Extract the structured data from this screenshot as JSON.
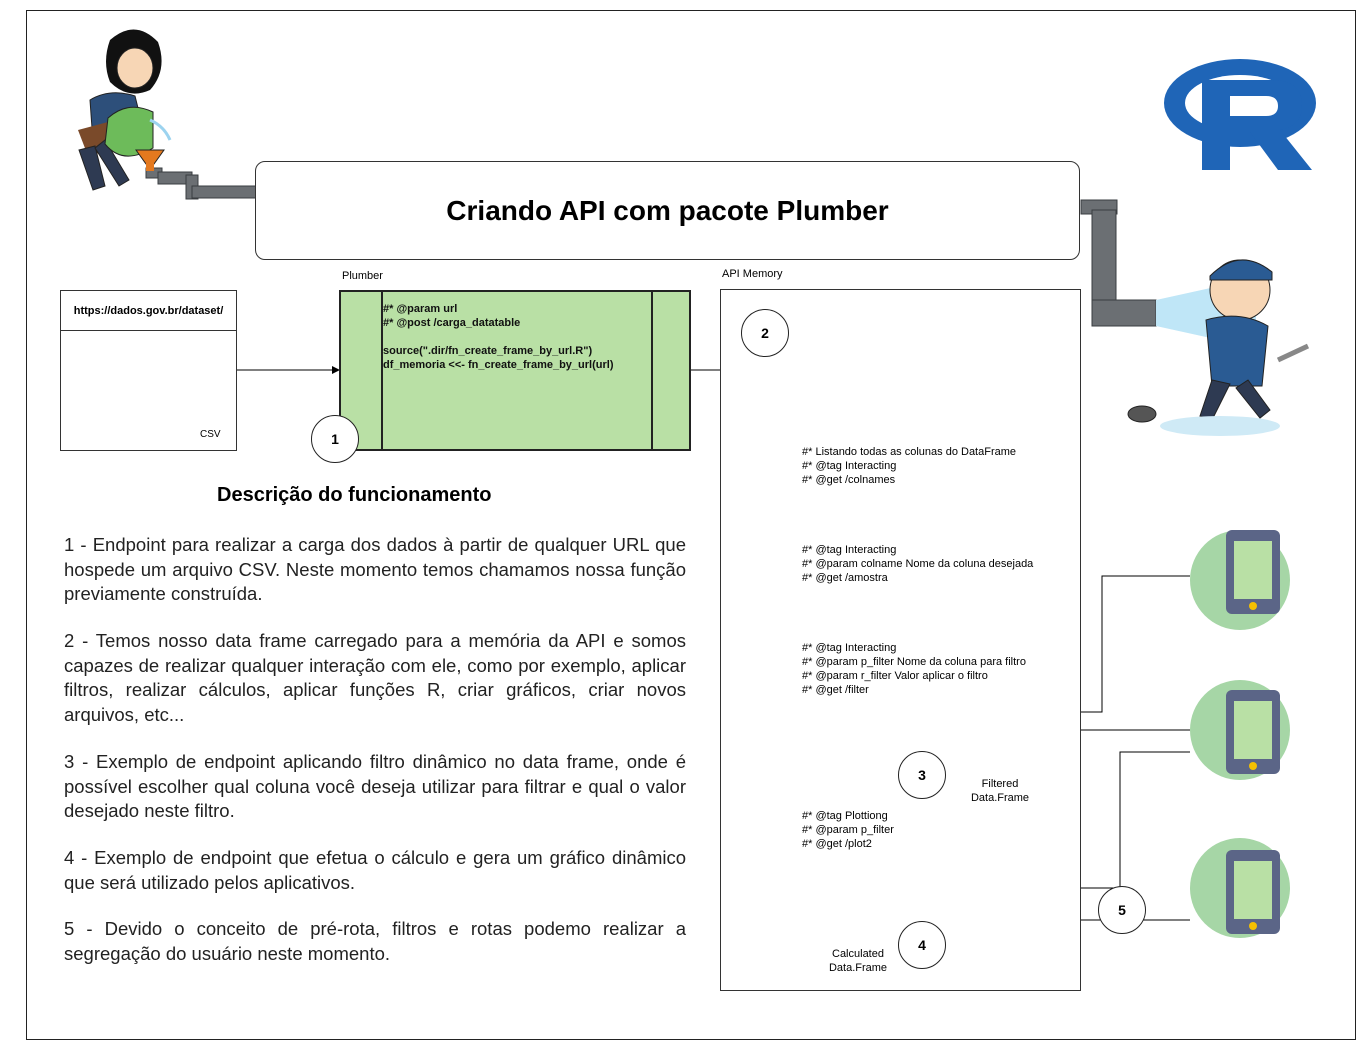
{
  "title": "Criando API com pacote Plumber",
  "csv": {
    "url": "https://dados.gov.br/dataset/",
    "label": "CSV"
  },
  "plumber": {
    "label": "Plumber",
    "code": "#* @param url\n#* @post /carga_datatable\n\nsource(\".dir/fn_create_frame_by_url.R\")\ndf_memoria <<- fn_create_frame_by_url(url)"
  },
  "api_memory": {
    "label": "API Memory",
    "endpoint_colnames": "#* Listando todas as colunas do DataFrame\n#* @tag Interacting\n#* @get /colnames",
    "endpoint_amostra": "#* @tag Interacting\n#* @param colname Nome da coluna desejada\n#* @get /amostra",
    "endpoint_filter": "#* @tag Interacting\n#* @param p_filter Nome da coluna para filtro\n#* @param r_filter Valor aplicar o filtro\n#* @get /filter",
    "endpoint_plot": "#* @tag Plottiong\n#* @param p_filter\n#* @get /plot2",
    "filtered_label": "Filtered\nData.Frame",
    "calculated_label": "Calculated\nData.Frame"
  },
  "steps": [
    "1",
    "2",
    "3",
    "4",
    "5"
  ],
  "description": {
    "title": "Descrição do funcionamento",
    "paragraphs": [
      "1 - Endpoint para realizar a carga dos dados à partir de qualquer URL que hospede um arquivo CSV. Neste momento temos chamamos nossa função previamente construída.",
      "2 - Temos nosso data frame carregado para a memória da API e somos capazes de realizar qualquer interação com ele, como por exemplo, aplicar filtros, realizar cálculos, aplicar funções R, criar gráficos, criar novos arquivos, etc...",
      "3 - Exemplo de endpoint aplicando filtro dinâmico no data frame, onde é possível escolher qual coluna você deseja utilizar para filtrar e qual o valor desejado neste filtro.",
      "4 - Exemplo de endpoint que efetua o cálculo e gera um gráfico dinâmico que será utilizado pelos aplicativos.",
      "5 - Devido o conceito de pré-rota, filtros e rotas podemo realizar a segregação do usuário neste momento."
    ]
  },
  "colors": {
    "plumber_fill": "#b9e0a5",
    "phone_circle": "#a6d6a6",
    "grid_blue": "#0a2d8a",
    "r_logo_blue": "#1f65b7",
    "pipe_gray": "#6b6f73",
    "table_yellow": "#f7c600"
  },
  "icons": [
    "woman-pouring-icon",
    "r-logo-icon",
    "plumber-man-icon",
    "csv-files-icon",
    "data-grid-icon",
    "filtered-table-icon",
    "calculated-table-icon",
    "chart-icon",
    "mobile-phone-icon"
  ]
}
